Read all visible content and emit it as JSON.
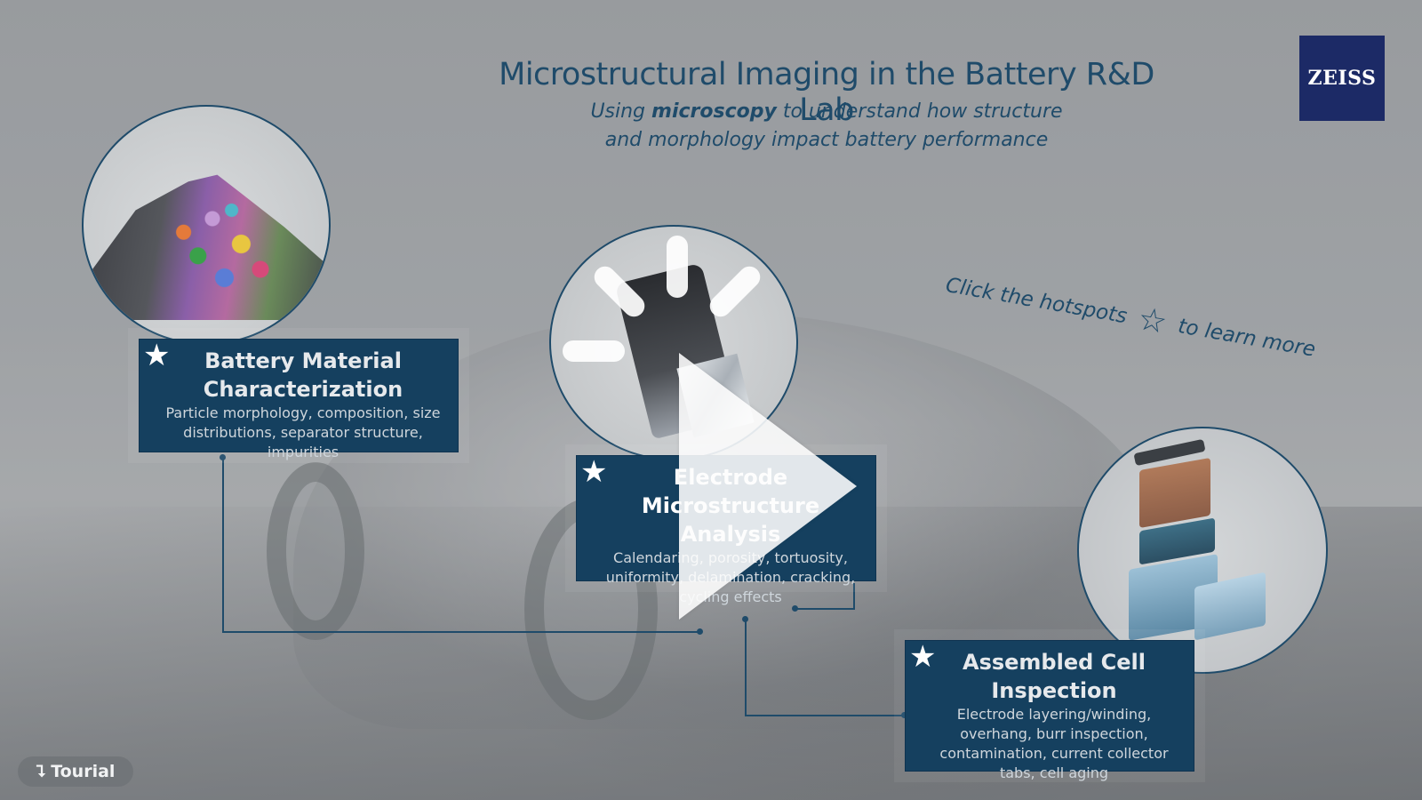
{
  "header": {
    "title": "Microstructural Imaging in the Battery R&D Lab",
    "subtitle_pre": "Using",
    "subtitle_bold": "microscopy",
    "subtitle_post": "to understand how structure",
    "subtitle_line2": "and morphology impact battery performance"
  },
  "logo": {
    "text": "ZEISS",
    "color": "#1c2a66"
  },
  "hint": {
    "before": "Click the hotspots",
    "icon": "star-outline-icon",
    "star": "☆",
    "after": "to learn more"
  },
  "hotspots": [
    {
      "heading": "Battery Material Characterization",
      "description": "Particle morphology, composition, size distributions, separator structure, impurities",
      "star": "★"
    },
    {
      "heading": "Electrode Microstructure Analysis",
      "description": "Calendaring, porosity, tortuosity, uniformity, delamination, cracking, cycling effects",
      "star": "★"
    },
    {
      "heading": "Assembled Cell Inspection",
      "description": "Electrode layering/winding, overhang, burr inspection, contamination, current collector tabs, cell aging",
      "star": "★"
    }
  ],
  "badge": {
    "label": "Tourial",
    "icon": "tourial-logo-icon",
    "glyph": "⮧"
  },
  "colors": {
    "accent": "#1f4b6a",
    "box_bg": "#15405f"
  }
}
